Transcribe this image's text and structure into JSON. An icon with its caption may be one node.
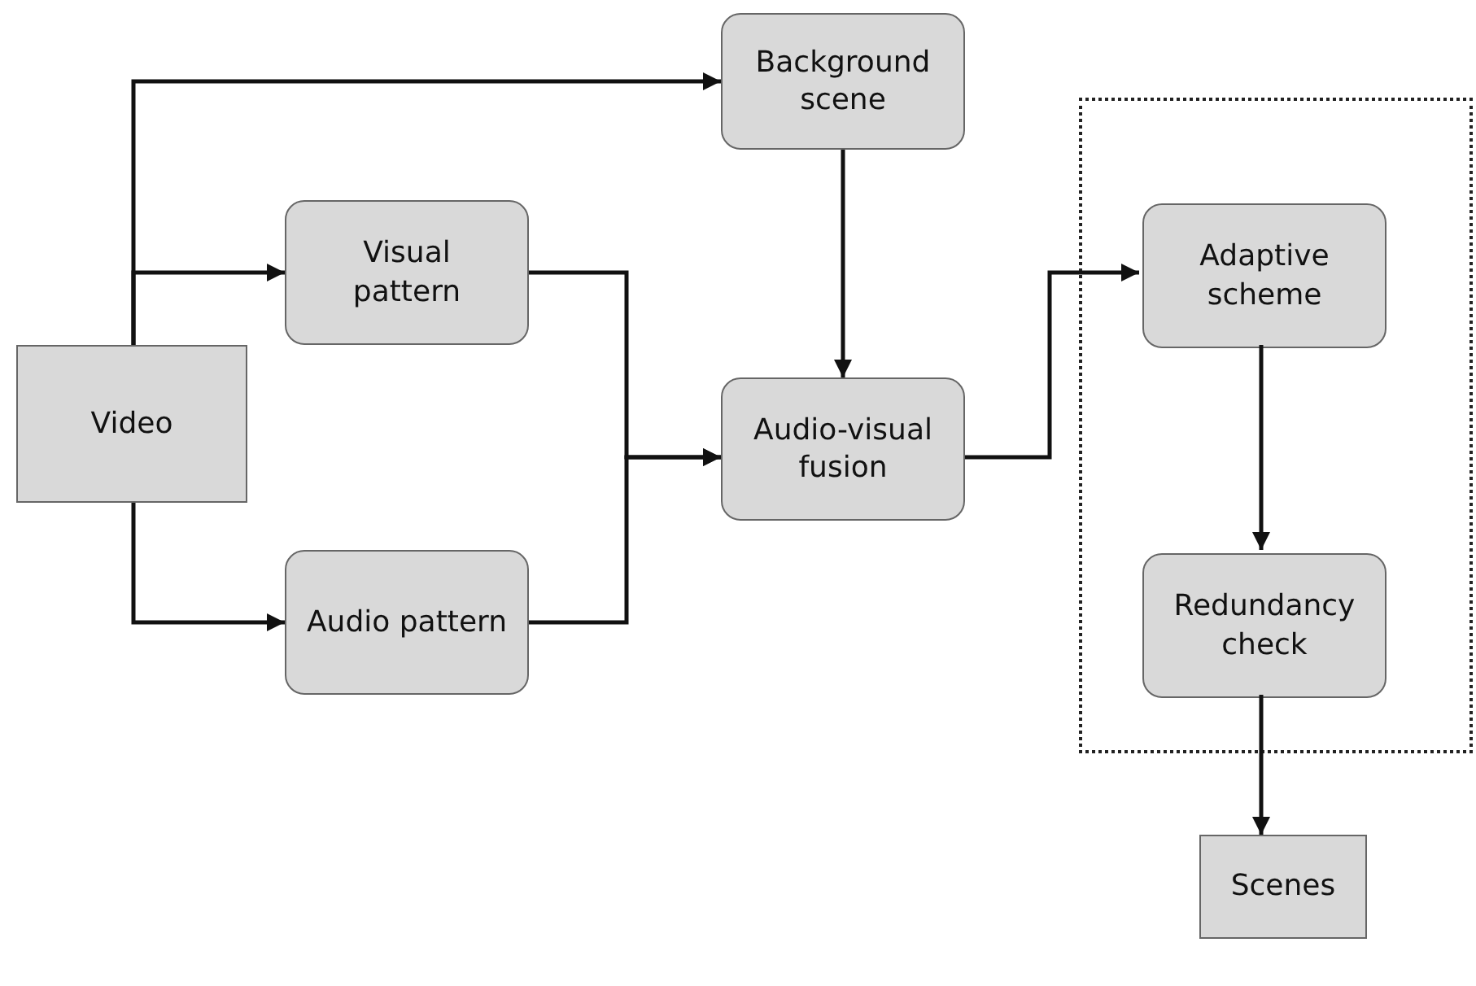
{
  "diagram": {
    "nodes": [
      {
        "text": [
          "Background scene"
        ]
      },
      {
        "text": [
          "Visual pattern"
        ]
      },
      {
        "text": [
          "Video"
        ]
      },
      {
        "text": [
          "Audio-visual fusion"
        ]
      },
      {
        "text": [
          "Audio pattern"
        ]
      },
      {
        "text": [],
        "shape": "box"
      },
      {
        "text": [
          "Adaptive scheme"
        ],
        "in": 5
      },
      {
        "text": [
          "Redundancy check"
        ],
        "in": 5
      },
      {
        "text": [
          "Scenes"
        ]
      }
    ],
    "edges": [
      {
        "from": 2,
        "to": 0,
        "arrow": "to"
      },
      {
        "from": 2,
        "to": 1,
        "arrow": "to"
      },
      {
        "from": 2,
        "to": 4,
        "arrow": "to"
      },
      {
        "from": 1,
        "to": 3,
        "arrow": "to"
      },
      {
        "from": 4,
        "to": 3,
        "arrow": "to"
      },
      {
        "from": 0,
        "to": 3,
        "arrow": "to"
      },
      {
        "from": 3,
        "to": 6,
        "arrow": "to"
      },
      {
        "from": 6,
        "to": 7,
        "arrow": "to"
      },
      {
        "from": 7,
        "to": 8,
        "arrow": "to"
      }
    ]
  }
}
